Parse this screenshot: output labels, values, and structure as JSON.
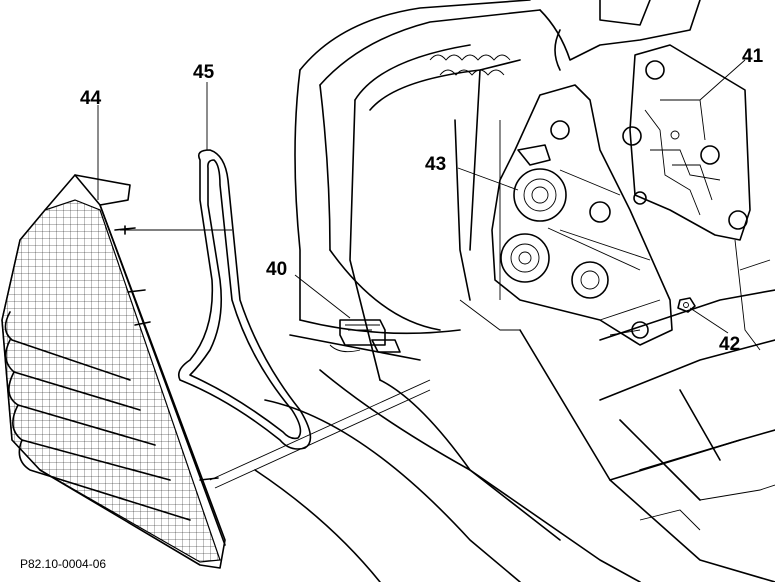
{
  "figure": {
    "reference_code": "P82.10-0004-06",
    "callouts": {
      "c40": "40",
      "c41": "41",
      "c42": "42",
      "c43": "43",
      "c44": "44",
      "c45": "45"
    }
  }
}
